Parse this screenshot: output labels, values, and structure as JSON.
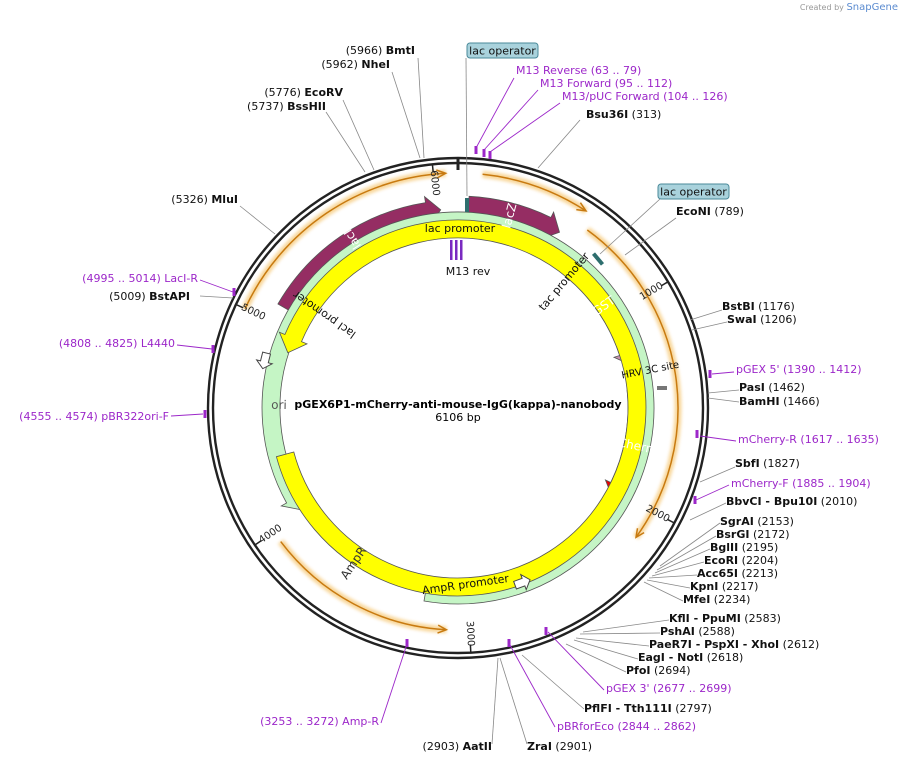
{
  "credit": {
    "prefix": "Created by",
    "brand": "SnapGene"
  },
  "plasmid": {
    "name": "pGEX6P1-mCherry-anti-mouse-IgG(kappa)-nanobody",
    "size": "6106 bp"
  },
  "ticks": [
    "1000",
    "2000",
    "3000",
    "4000",
    "5000",
    "6000"
  ],
  "sites": [
    {
      "name": "BmtI",
      "pos": "(5966)",
      "side": "left"
    },
    {
      "name": "NheI",
      "pos": "(5962)",
      "side": "left"
    },
    {
      "name": "EcoRV",
      "pos": "(5776)",
      "side": "left"
    },
    {
      "name": "BssHII",
      "pos": "(5737)",
      "side": "left"
    },
    {
      "name": "MluI",
      "pos": "(5326)",
      "side": "left"
    },
    {
      "name": "BstAPI",
      "pos": "(5009)",
      "side": "left"
    },
    {
      "name": "Bsu36I",
      "pos": "(313)",
      "side": "right"
    },
    {
      "name": "EcoNI",
      "pos": "(789)",
      "side": "right"
    },
    {
      "name": "BstBI",
      "pos": "(1176)",
      "side": "right"
    },
    {
      "name": "SwaI",
      "pos": "(1206)",
      "side": "right"
    },
    {
      "name": "PasI",
      "pos": "(1462)",
      "side": "right"
    },
    {
      "name": "BamHI",
      "pos": "(1466)",
      "side": "right"
    },
    {
      "name": "SbfI",
      "pos": "(1827)",
      "side": "right"
    },
    {
      "name": "BbvCI  -  Bpu10I",
      "pos": "(2010)",
      "side": "right"
    },
    {
      "name": "SgrAI",
      "pos": "(2153)",
      "side": "right"
    },
    {
      "name": "BsrGI",
      "pos": "(2172)",
      "side": "right"
    },
    {
      "name": "BglII",
      "pos": "(2195)",
      "side": "right"
    },
    {
      "name": "EcoRI",
      "pos": "(2204)",
      "side": "right"
    },
    {
      "name": "Acc65I",
      "pos": "(2213)",
      "side": "right"
    },
    {
      "name": "KpnI",
      "pos": "(2217)",
      "side": "right"
    },
    {
      "name": "MfeI",
      "pos": "(2234)",
      "side": "right"
    },
    {
      "name": "KflI  -  PpuMI",
      "pos": "(2583)",
      "side": "right"
    },
    {
      "name": "PshAI",
      "pos": "(2588)",
      "side": "right"
    },
    {
      "name": "PaeR7I  -  PspXI  -  XhoI",
      "pos": "(2612)",
      "side": "right"
    },
    {
      "name": "EagI  -  NotI",
      "pos": "(2618)",
      "side": "right"
    },
    {
      "name": "PfoI",
      "pos": "(2694)",
      "side": "right"
    },
    {
      "name": "PflFI  -  Tth111I",
      "pos": "(2797)",
      "side": "right"
    },
    {
      "name": "ZraI",
      "pos": "(2901)",
      "side": "right"
    },
    {
      "name": "AatII",
      "pos": "(2903)",
      "side": "left"
    }
  ],
  "primers": [
    {
      "name": "M13 Reverse",
      "range": "(63 .. 79)"
    },
    {
      "name": "M13 Forward",
      "range": "(95 .. 112)"
    },
    {
      "name": "M13/pUC Forward",
      "range": "(104 .. 126)"
    },
    {
      "name": "pGEX 5'",
      "range": "(1390 .. 1412)"
    },
    {
      "name": "mCherry-R",
      "range": "(1617 .. 1635)"
    },
    {
      "name": "mCherry-F",
      "range": "(1885 .. 1904)"
    },
    {
      "name": "pGEX 3'",
      "range": "(2677 .. 2699)"
    },
    {
      "name": "pBRforEco",
      "range": "(2844 .. 2862)"
    },
    {
      "name": "Amp-R",
      "range": "(3253 .. 3272)"
    },
    {
      "name": "pBR322ori-F",
      "range": "(4555 .. 4574)"
    },
    {
      "name": "L4440",
      "range": "(4808 .. 4825)"
    },
    {
      "name": "LacI-R",
      "range": "(4995 .. 5014)"
    }
  ],
  "features": [
    {
      "name": "lacI",
      "color": "#952d63"
    },
    {
      "name": "lacZα",
      "color": "#952d63"
    },
    {
      "name": "GST",
      "color": "#c993ae"
    },
    {
      "name": "mCherry",
      "color": "#ee0000"
    },
    {
      "name": "ori",
      "color": "#ffff00"
    },
    {
      "name": "AmpR",
      "color": "#c5f5c5"
    }
  ],
  "misc": {
    "lac_operator": "lac operator",
    "lac_promoter": "lac promoter",
    "tac_promoter": "tac promoter",
    "laci_promoter": "lacI promoter",
    "ampr_promoter": "AmpR promoter",
    "m13_rev": "M13 rev",
    "hrv": "HRV 3C site"
  },
  "colors": {
    "primer": "#9c27c9",
    "orf": "#f0a030",
    "operator_fill": "#a9d2dc",
    "operator_stroke": "#4a8a9a",
    "ring": "#222222"
  }
}
